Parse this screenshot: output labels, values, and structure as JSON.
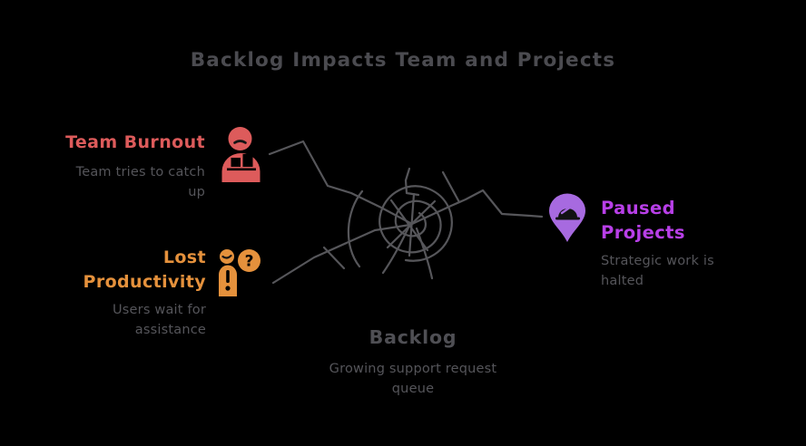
{
  "title": "Backlog Impacts Team and Projects",
  "center_node": {
    "label": "Backlog",
    "description": "Growing support request queue",
    "icon": "tangle-scribble-drawing"
  },
  "impact_nodes": [
    {
      "id": "team-burnout",
      "label": "Team Burnout",
      "description": "Team tries to catch up",
      "color": "#dd5b5b",
      "icon": "burnout-person-icon"
    },
    {
      "id": "lost-productivity",
      "label": "Lost Productivity",
      "description": "Users wait for assistance",
      "color": "#e5913c",
      "icon": "confused-user-question-icon"
    },
    {
      "id": "paused-projects",
      "label": "Paused Projects",
      "description": "Strategic work is halted",
      "color": "#b83fe8",
      "icon": "paused-work-location-pin-icon"
    }
  ],
  "glyphs": {
    "question_mark": "?"
  },
  "colors": {
    "background": "#000000",
    "title_text": "#4b4b50",
    "description_text": "#55555a",
    "scribble_line": "#56565a",
    "team_burnout": "#dd5b5b",
    "lost_productivity": "#e5913c",
    "paused_projects_text": "#b83fe8",
    "pin_fill": "#a76ae0",
    "icon_detail": "#141414"
  }
}
